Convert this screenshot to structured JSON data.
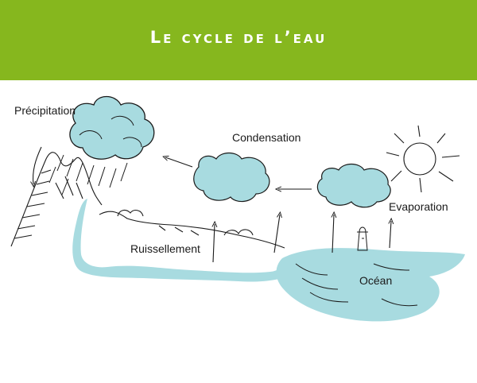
{
  "header": {
    "title": "Le cycle de l’eau",
    "background_color": "#86b71e"
  },
  "diagram": {
    "labels": {
      "precipitation": "Précipitation",
      "condensation": "Condensation",
      "evaporation": "Evaporation",
      "ruissellement": "Ruissellement",
      "ocean": "Océan"
    },
    "colors": {
      "water": "#a8dbe0",
      "ink": "#1a1a1a"
    },
    "icons": [
      "cloud-icon",
      "sun-icon",
      "mountain-icon",
      "lighthouse-icon",
      "arrow-icon"
    ]
  }
}
